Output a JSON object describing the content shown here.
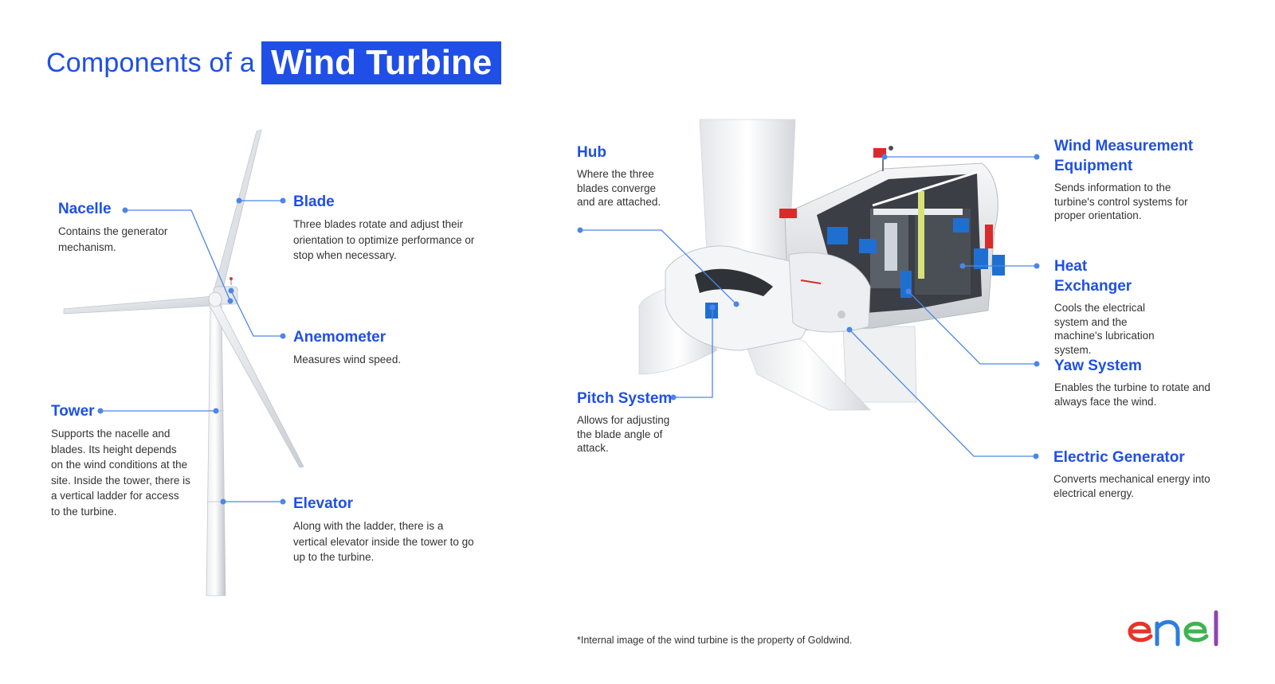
{
  "title": {
    "prefix": "Components of a",
    "highlight": "Wind Turbine"
  },
  "labels": {
    "nacelle": {
      "title": "Nacelle",
      "desc": "Contains the generator mechanism."
    },
    "blade": {
      "title": "Blade",
      "desc": "Three blades rotate and adjust their orientation to optimize performance or stop when necessary."
    },
    "anemometer": {
      "title": "Anemometer",
      "desc": "Measures wind speed."
    },
    "tower": {
      "title": "Tower",
      "desc": "Supports the nacelle and blades. Its height depends on the wind conditions at the site. Inside the tower, there is a vertical ladder for access to the turbine."
    },
    "elevator": {
      "title": "Elevator",
      "desc": "Along with the ladder, there is a vertical elevator inside the tower to go up to the turbine."
    },
    "hub": {
      "title": "Hub",
      "desc": "Where the three blades converge and are attached."
    },
    "pitch": {
      "title": "Pitch System",
      "desc": "Allows for adjusting the blade angle of attack."
    },
    "wind_measure": {
      "title": "Wind Measurement Equipment",
      "desc": "Sends information to the turbine's control systems for proper orientation."
    },
    "heat": {
      "title": "Heat Exchanger",
      "desc": "Cools the electrical system and the machine's lubrication system."
    },
    "yaw": {
      "title": "Yaw System",
      "desc": "Enables the turbine to rotate and always face the wind."
    },
    "generator": {
      "title": "Electric Generator",
      "desc": "Converts mechanical energy into electrical energy."
    }
  },
  "footnote": "*Internal image of the wind turbine is the property of Goldwind.",
  "logo": {
    "text": "enel",
    "colors": [
      "#e6342a",
      "#2c7de0",
      "#3fb34f",
      "#8e44ad"
    ]
  },
  "colors": {
    "accent": "#1f4fe6",
    "leader": "#4d86e8"
  }
}
